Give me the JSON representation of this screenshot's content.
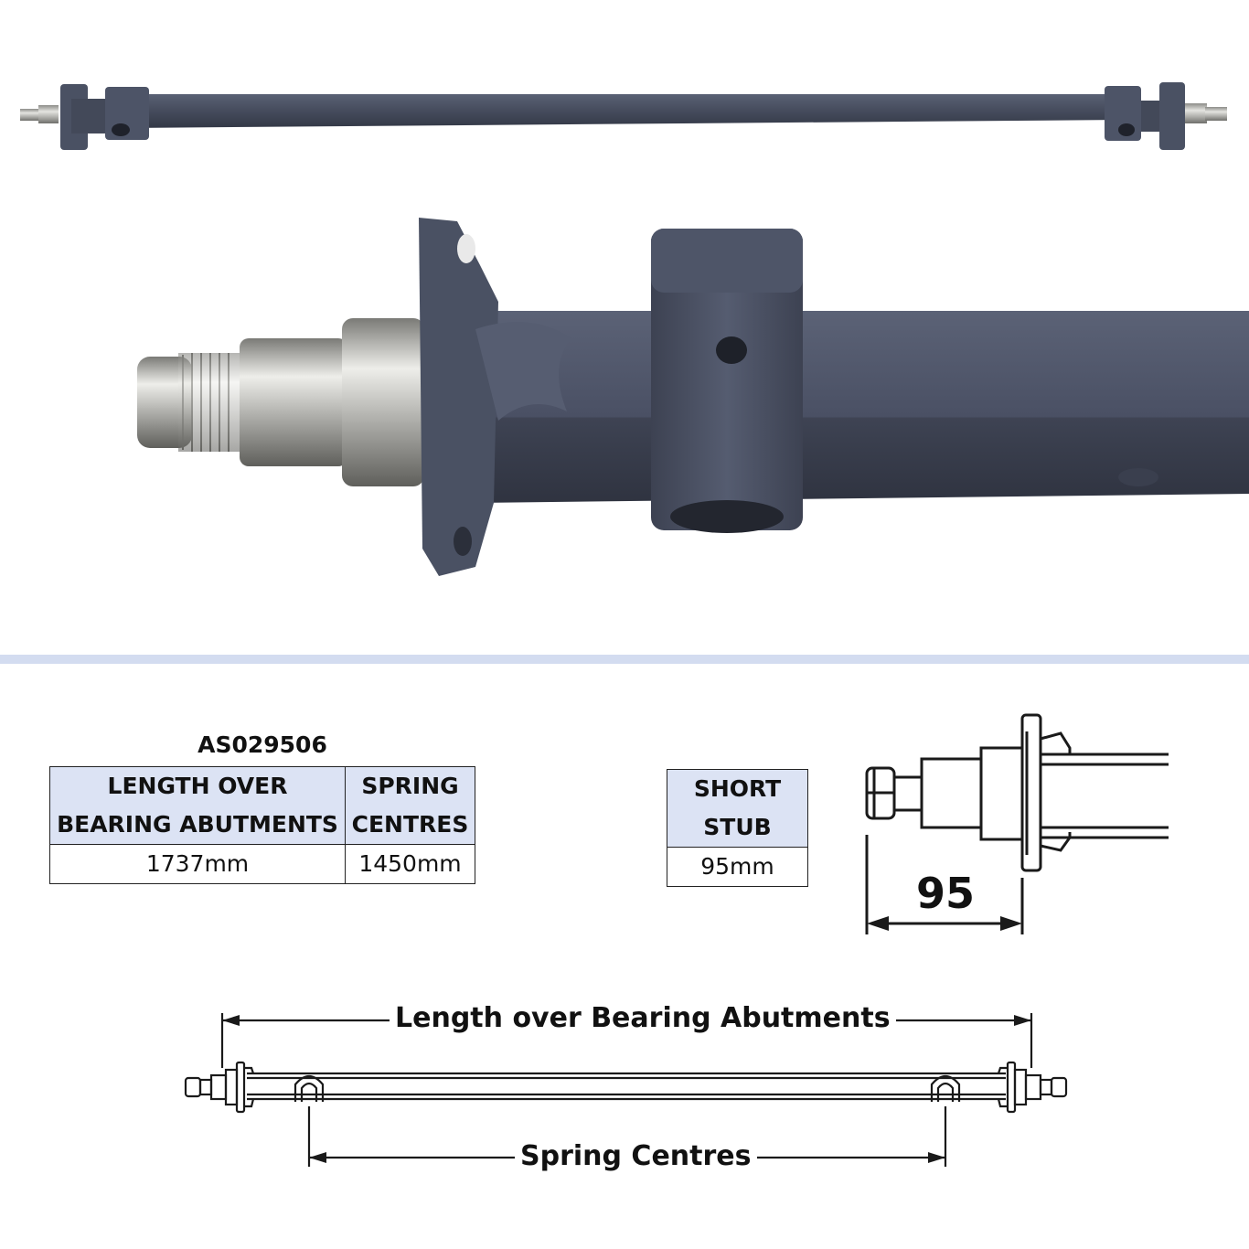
{
  "part_number": "AS029506",
  "spec_table": {
    "header_length_line1": "LENGTH OVER",
    "header_length_line2": "BEARING ABUTMENTS",
    "header_spring_line1": "SPRING",
    "header_spring_line2": "CENTRES",
    "length_value": "1737mm",
    "spring_value": "1450mm"
  },
  "stub_table": {
    "header_line1": "SHORT",
    "header_line2": "STUB",
    "value": "95mm"
  },
  "stub_diagram": {
    "dimension": "95"
  },
  "axle_diagram": {
    "length_label": "Length over Bearing Abutments",
    "spring_label": "Spring Centres"
  },
  "colors": {
    "axle_paint": "#4a5163",
    "steel": "#b9b9b6",
    "divider": "#d3dcf0",
    "table_header": "#dce3f4"
  }
}
